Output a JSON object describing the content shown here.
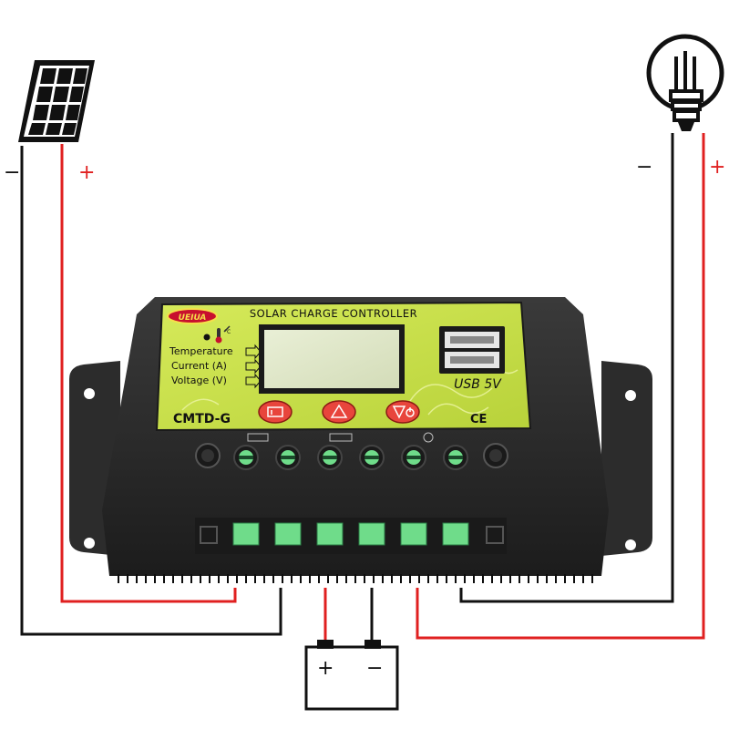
{
  "panel": {
    "brand_logo": "UEIUA",
    "title": "SOLAR CHARGE CONTROLLER",
    "model": "CMTD-G",
    "certification": "CE",
    "usb_label": "USB 5V",
    "indicators": [
      {
        "label": "Temperature"
      },
      {
        "label": "Current (A)"
      },
      {
        "label": "Voltage (V)"
      }
    ],
    "temp_symbol": "°C"
  },
  "polarity": {
    "solar_minus": "−",
    "solar_plus": "+",
    "load_minus": "−",
    "load_plus": "+",
    "battery_plus": "+",
    "battery_minus": "−"
  },
  "colors": {
    "positive_wire": "#e02020",
    "negative_wire": "#111111",
    "faceplate": "#c9e04a",
    "housing": "#2a2a2a",
    "button": "#e8453c",
    "terminal": "#6fdc8a"
  },
  "icons": [
    "solar-panel-icon",
    "light-bulb-icon",
    "battery-icon",
    "menu-button-icon",
    "up-button-icon",
    "down-power-button-icon",
    "thermometer-icon",
    "usb-port-icon"
  ]
}
